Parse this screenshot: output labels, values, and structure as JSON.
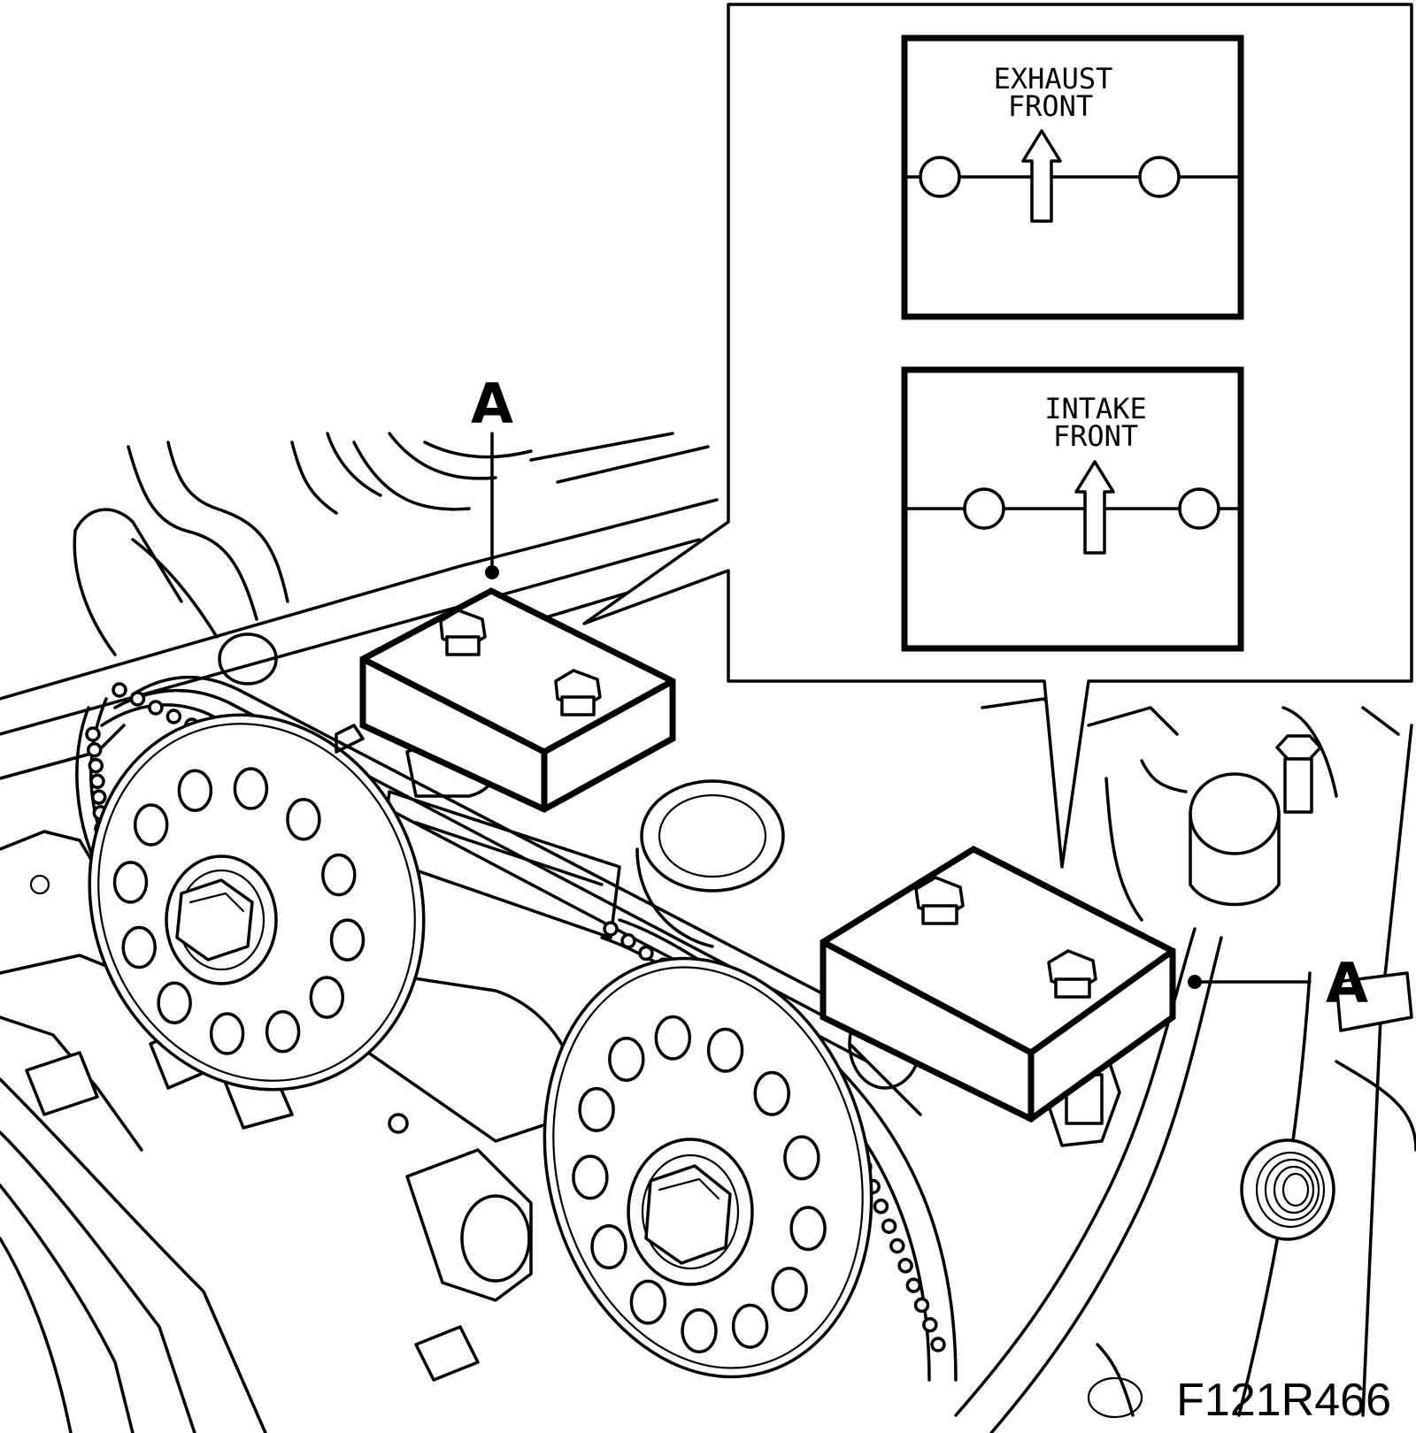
{
  "callouts": {
    "exhaust_line1": "EXHAUST",
    "exhaust_line2": "FRONT",
    "intake_line1": "INTAKE",
    "intake_line2": "FRONT"
  },
  "labels": {
    "tool_label_upper": "A",
    "tool_label_lower": "A"
  },
  "figure_id": "F121R466"
}
